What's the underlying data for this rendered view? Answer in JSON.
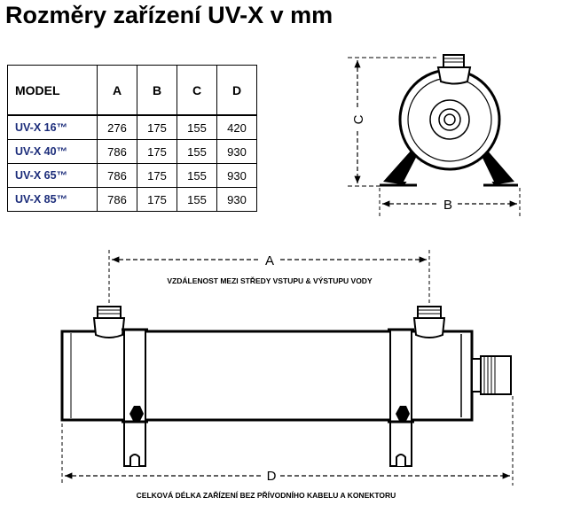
{
  "title": "Rozměry zařízení UV-X v mm",
  "table": {
    "headers": [
      "MODEL",
      "A",
      "B",
      "C",
      "D"
    ],
    "rows": [
      {
        "model": "UV-X 16™",
        "a": "276",
        "b": "175",
        "c": "155",
        "d": "420"
      },
      {
        "model": "UV-X 40™",
        "a": "786",
        "b": "175",
        "c": "155",
        "d": "930"
      },
      {
        "model": "UV-X 65™",
        "a": "786",
        "b": "175",
        "c": "155",
        "d": "930"
      },
      {
        "model": "UV-X 85™",
        "a": "786",
        "b": "175",
        "c": "155",
        "d": "930"
      }
    ]
  },
  "end_view": {
    "label_b": "B",
    "label_c": "C"
  },
  "side_view": {
    "label_a": "A",
    "label_d": "D",
    "caption_a": "VZDÁLENOST MEZI STŘEDY VSTUPU & VÝSTUPU VODY",
    "caption_d": "CELKOVÁ DÉLKA ZAŘÍZENÍ BEZ PŘÍVODNÍHO KABELU A KONEKTORU"
  }
}
